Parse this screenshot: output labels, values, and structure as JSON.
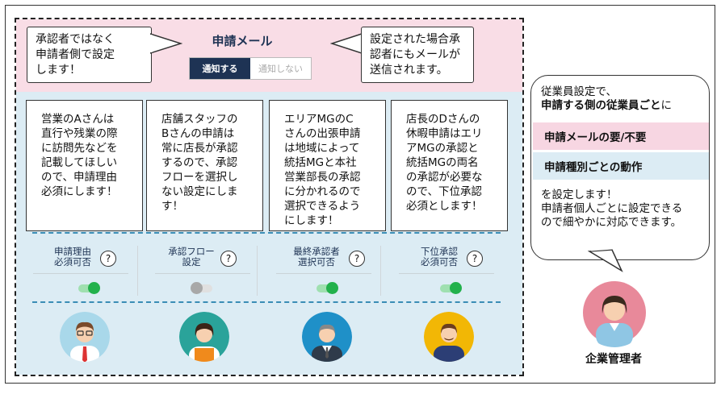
{
  "header": {
    "title": "申請メール",
    "toggle_on": "通知する",
    "toggle_off": "通知しない"
  },
  "left_note": {
    "line1": "承認者ではなく",
    "line2": "申請者側で設定",
    "line3": "します！"
  },
  "right_note": {
    "line1": "設定された場合承",
    "line2": "認者にもメールが",
    "line3": "送信されます。"
  },
  "cards": [
    {
      "lines": [
        "営業のAさんは",
        "直行や残業の際",
        "に訪問先などを",
        "記載してほしい",
        "ので、申請理由",
        "必須にします！"
      ],
      "setting_line1": "申請理由",
      "setting_line2": "必須可否",
      "help": "?",
      "toggle": "on"
    },
    {
      "lines": [
        "店舗スタッフの",
        "Bさんの申請は",
        "常に店長が承認",
        "するので、承認",
        "フローを選択し",
        "ない設定にしま",
        "す！"
      ],
      "setting_line1": "承認フロー",
      "setting_line2": "設定",
      "help": "?",
      "toggle": "off"
    },
    {
      "lines": [
        "エリアMGのC",
        "さんの出張申請",
        "は地域によって",
        "統括MGと本社",
        "営業部長の承認",
        "に分かれるので",
        "選択できるよう",
        "にします！"
      ],
      "setting_line1": "最終承認者",
      "setting_line2": "選択可否",
      "help": "?",
      "toggle": "on"
    },
    {
      "lines": [
        "店長のDさんの",
        "休暇申請はエリ",
        "アMGの承認と",
        "統括MGの両名",
        "の承認が必要な",
        "ので、下位承認",
        "必須とします！"
      ],
      "setting_line1": "下位承認",
      "setting_line2": "必須可否",
      "help": "?",
      "toggle": "on"
    }
  ],
  "admin_bubble": {
    "line1": "従業員設定で、",
    "line2_bold": "申請する側の従業員ごと",
    "line2_tail": "に",
    "band1": "申請メールの要/不要",
    "band2": "申請種別ごとの動作",
    "line3": "を設定します！",
    "line4": "申請者個人ごとに設定できる",
    "line5": "ので細やかに対応できます。"
  },
  "admin_label": "企業管理者",
  "colors": {
    "navy": "#1e3354",
    "pink_bg": "#f9dde6",
    "blue_bg": "#dcecf4",
    "band_pink": "#f7d6e2",
    "band_blue": "#dcecf4",
    "toggle_green": "#22b14c",
    "dash_blue": "#3a8db5"
  }
}
